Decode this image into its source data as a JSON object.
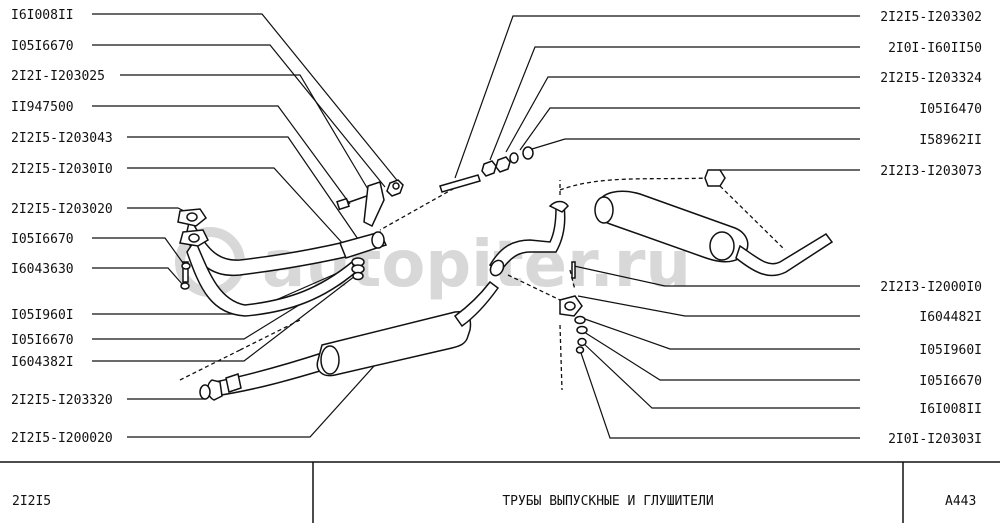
{
  "left_callouts": [
    {
      "id": "l1",
      "text": "I6I008II"
    },
    {
      "id": "l2",
      "text": "I05I6670"
    },
    {
      "id": "l3",
      "text": "2I2I-I203025"
    },
    {
      "id": "l4",
      "text": "II947500"
    },
    {
      "id": "l5",
      "text": "2I2I5-I203043"
    },
    {
      "id": "l6",
      "text": "2I2I5-I2030I0"
    },
    {
      "id": "l7",
      "text": "2I2I5-I203020"
    },
    {
      "id": "l8",
      "text": "I05I6670"
    },
    {
      "id": "l9",
      "text": "I6043630"
    },
    {
      "id": "l10",
      "text": "I05I960I"
    },
    {
      "id": "l11",
      "text": "I05I6670"
    },
    {
      "id": "l12",
      "text": "I604382I"
    },
    {
      "id": "l13",
      "text": "2I2I5-I203320"
    },
    {
      "id": "l14",
      "text": "2I2I5-I200020"
    }
  ],
  "right_callouts": [
    {
      "id": "r1",
      "text": "2I2I5-I203302"
    },
    {
      "id": "r2",
      "text": "2I0I-I60II50"
    },
    {
      "id": "r3",
      "text": "2I2I5-I203324"
    },
    {
      "id": "r4",
      "text": "I05I6470"
    },
    {
      "id": "r5",
      "text": "I58962II"
    },
    {
      "id": "r6",
      "text": "2I2I3-I203073"
    },
    {
      "id": "r7",
      "text": "2I2I3-I2000I0"
    },
    {
      "id": "r8",
      "text": "I604482I"
    },
    {
      "id": "r9",
      "text": "I05I960I"
    },
    {
      "id": "r10",
      "text": "I05I6670"
    },
    {
      "id": "r11",
      "text": "I6I008II"
    },
    {
      "id": "r12",
      "text": "2I0I-I20303I"
    }
  ],
  "watermark": "autopiter.ru",
  "title_block": {
    "model": "2I2I5",
    "title": "ТРУБЫ  ВЫПУСКНЫЕ  И  ГЛУШИТЕЛИ",
    "sheet": "A443"
  }
}
